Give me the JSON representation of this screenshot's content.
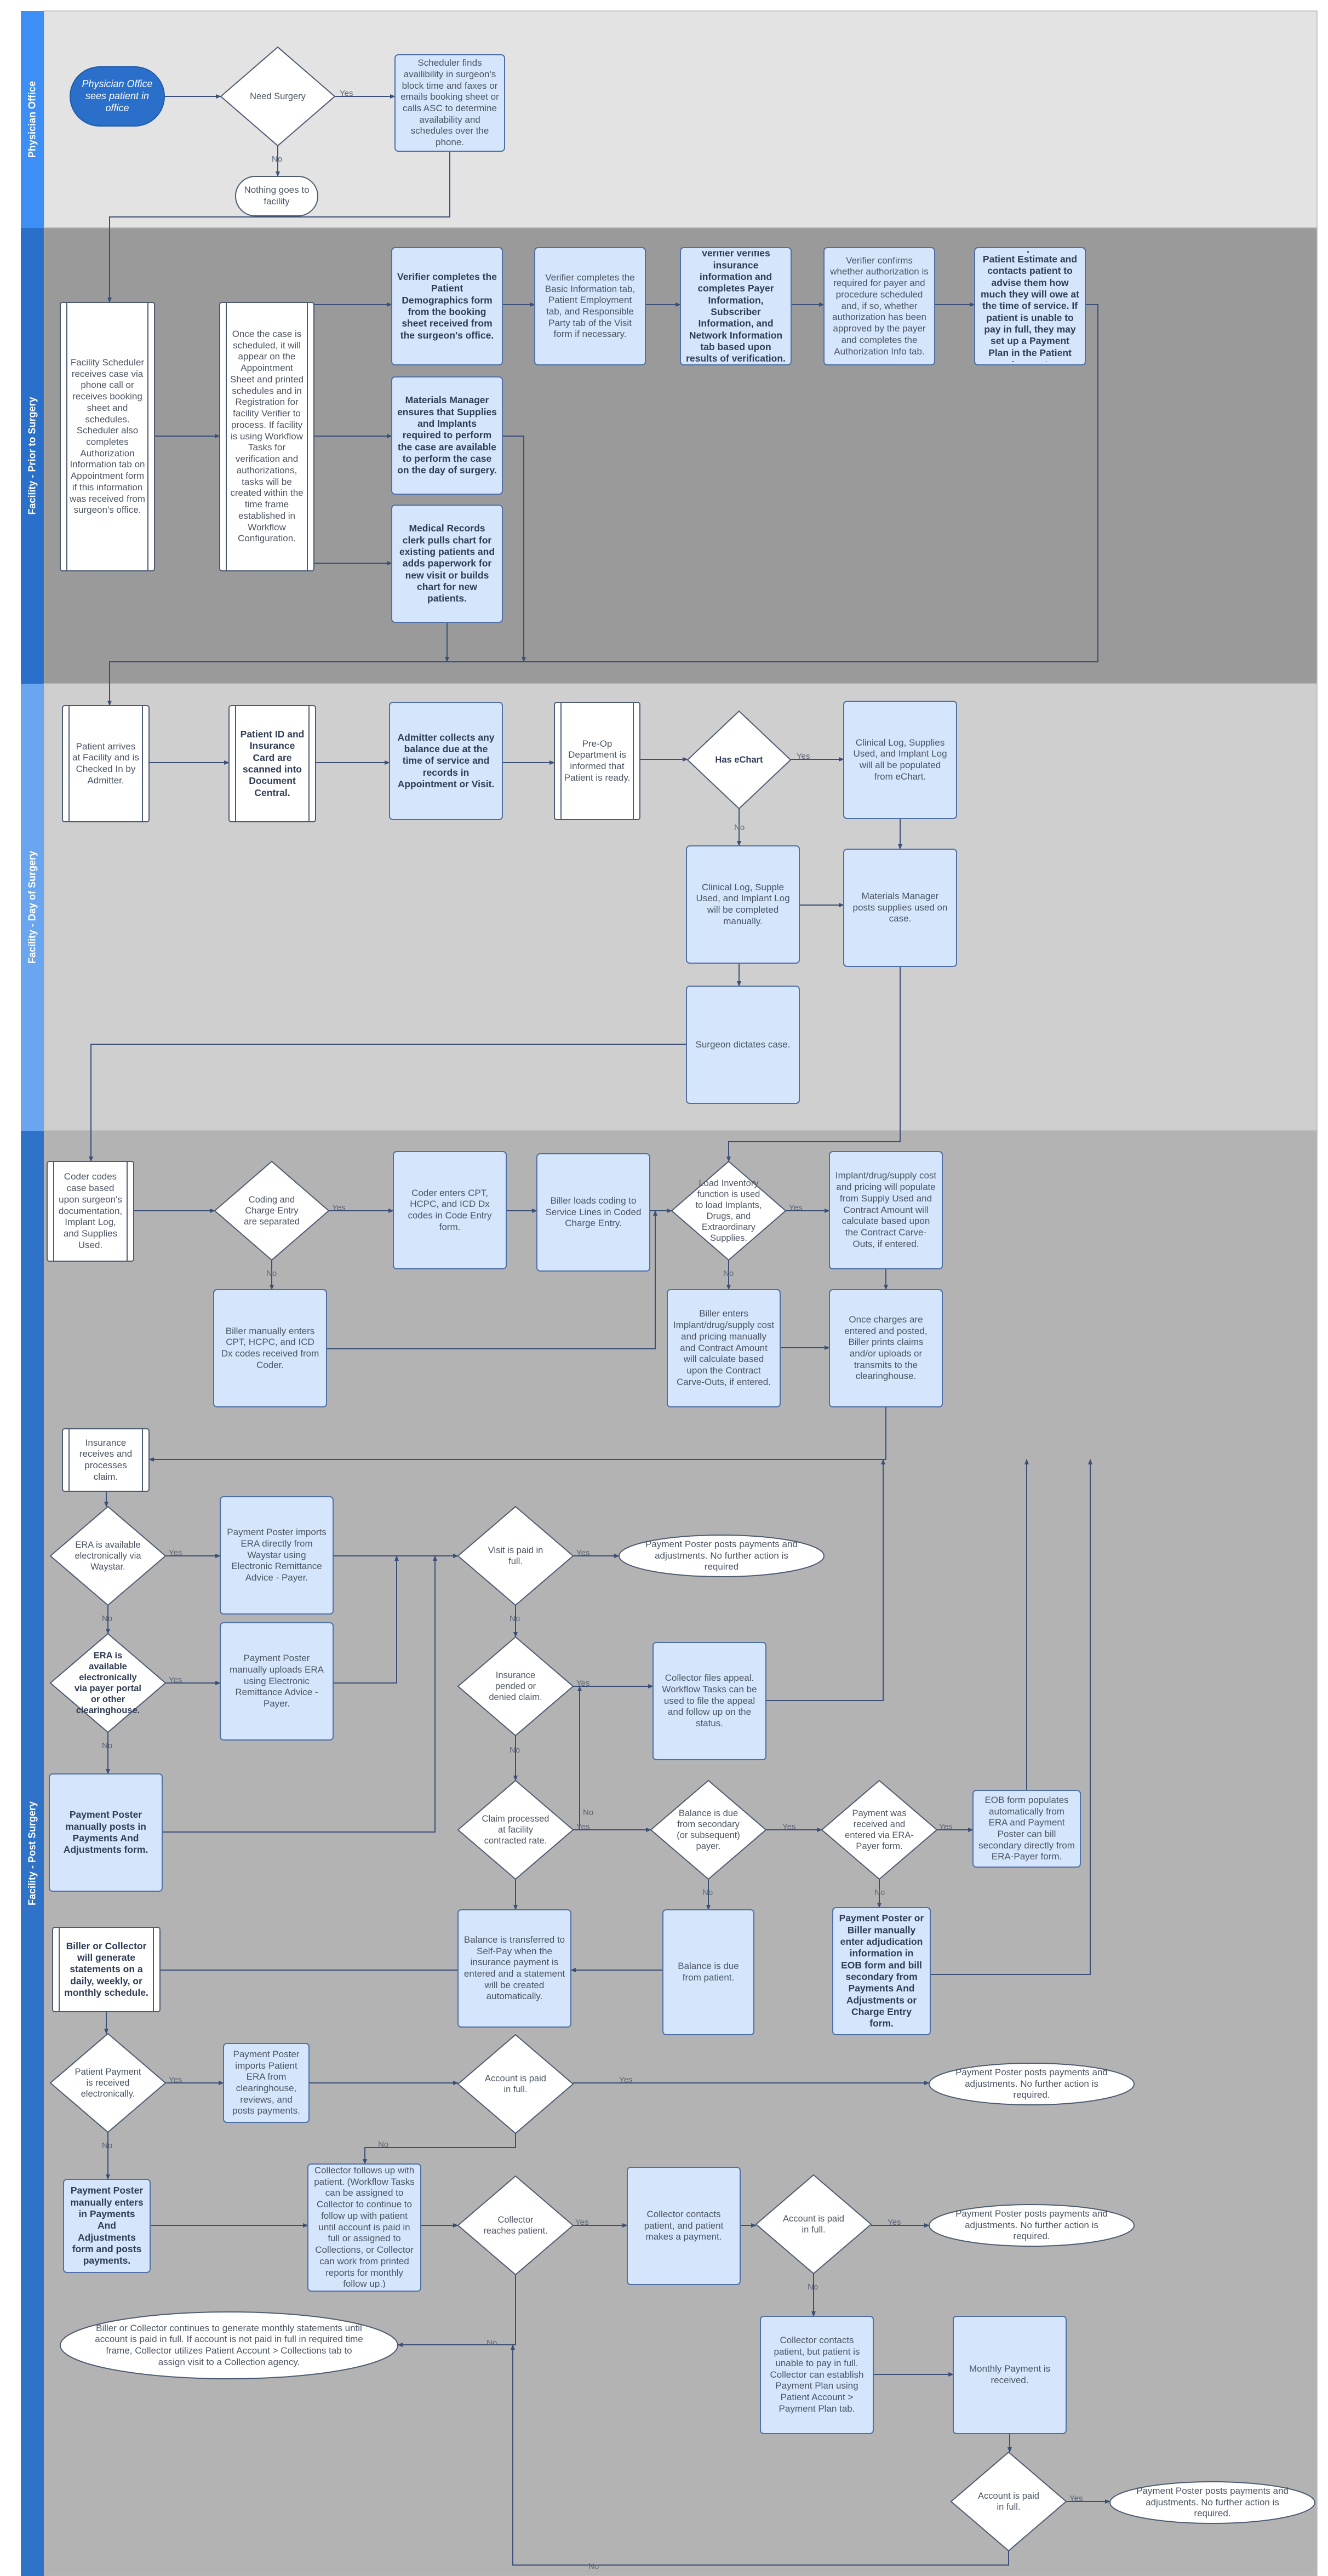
{
  "lanes": [
    {
      "id": "physician",
      "label": "Physician Office"
    },
    {
      "id": "prior",
      "label": "Facility - Prior to Surgery"
    },
    {
      "id": "day",
      "label": "Facility - Day of Surgery"
    },
    {
      "id": "post",
      "label": "Facility - Post Surgery"
    }
  ],
  "colors": {
    "node_fill": "#d5e5fb",
    "node_stroke": "#4f6fa6",
    "line": "#3b4f77",
    "accent": "#2a6fca",
    "lane_bar_physician": "#3d8ef5",
    "lane_bar_day": "#6aa6ef",
    "lane_bar_post": "#2f73c9"
  },
  "nodes": {
    "phys_start": "Physician Office sees patient in office",
    "phys_need": "Need Surgery",
    "phys_sched": "Scheduler finds availibility in surgeon's block time and faxes or emails booking sheet or calls ASC to determine availability and schedules over the phone.",
    "phys_nothing": "Nothing goes to facility",
    "pr_facsched": "Facility Scheduler receives case via phone call or receives booking sheet and schedules. Scheduler also completes Authorization Information tab on Appointment form if this information was received from surgeon's office.",
    "pr_once": "Once the case is scheduled, it will appear on the Appointment Sheet and printed schedules and in Registration for facility Verifier to process.  If facility is using Workflow Tasks for verification and authorizations, tasks will be created within the time frame established in Workflow Configuration.",
    "pr_verdemo": "Verifier completes the Patient Demographics form from the booking sheet received from the surgeon's office.",
    "pr_verbasic": "Verifier completes the Basic Information tab, Patient Employment tab, and Responsible Party tab of the Visit form if necessary.",
    "pr_verins": "Verifier verifies insurance information and completes Payer Information, Subscriber Information, and Network Information tab based upon results of verification.",
    "pr_verauth": "Verifier confirms whether authorization is required for payer and procedure scheduled and, if so, whether authorization has been approved by the payer and completes the Authorization Info tab.",
    "pr_verest": "Verifier performs Patient Estimate and contacts patient to advise them how much they will owe at the time of service.  If patient is unable to pay in full, they may set up a Payment Plan in the Patient Account.",
    "pr_mm": "Materials Manager ensures that Supplies and Implants required to perform the case are available to perform the case on the day of surgery.",
    "pr_med": "Medical Records clerk pulls chart for existing patients and adds paperwork for new visit or builds chart for new patients.",
    "d_arrive": "Patient arrives at Facility and is Checked In by Admitter.",
    "d_idcard": "Patient ID and Insurance Card are scanned into Document Central.",
    "d_admit": "Admitter collects any balance due at the time of service and records in Appointment or Visit.",
    "d_preop": "Pre-Op Department is informed that Patient is ready.",
    "d_echart": "Has eChart",
    "d_clinpop": "Clinical Log, Supplies Used, and Implant Log will all be populated from eChart.",
    "d_clinman": "Clinical Log, Supple Used, and Implant Log will be completed manually.",
    "d_mmpost": "Materials Manager posts supplies used on case.",
    "d_dict": "Surgeon dictates case.",
    "p_coder": "Coder codes case based upon surgeon's documentation, Implant Log, and Supplies Used.",
    "p_codesep": "Coding and Charge Entry are separated",
    "p_coderent": "Coder enters CPT, HCPC, and ICD Dx codes in Code Entry form.",
    "p_billload": "Biller loads coding to Service Lines in Coded Charge Entry.",
    "p_loadinv": "Load Inventory function is used to load Implants, Drugs, and Extraordinary Supplies.",
    "p_implcost": "Implant/drug/supply cost and pricing will populate from Supply Used and Contract Amount will calculate based upon the Contract Carve-Outs, if entered.",
    "p_billman": "Biller manually enters CPT, HCPC, and ICD Dx codes received from Coder.",
    "p_billent": "Biller enters Implant/drug/supply cost and pricing manually and Contract Amount will calculate based upon the Contract Carve-Outs, if entered.",
    "p_charges": "Once charges are entered and posted, Biller prints claims and/or uploads or transmits to the clearinghouse.",
    "p_insrec": "Insurance receives and processes claim.",
    "p_era1": "ERA is available electronically via Waystar.",
    "p_ppimp1": "Payment Poster imports ERA directly from Waystar using Electronic Remittance Advice - Payer.",
    "p_visitpaid": "Visit is paid in full.",
    "p_ppposts1": "Payment Poster posts payments and adjustments. No further action is required",
    "p_era2": "ERA is available electronically via payer portal or other clearinghouse.",
    "p_ppup": "Payment Poster manually uploads ERA using Electronic Remittance Advice - Payer.",
    "p_inspend": "Insurance pended or denied claim.",
    "p_collappeal": "Collector files appeal. Workflow Tasks can be used to file the appeal and follow up on the status.",
    "p_ppmanpost": "Payment Poster manually posts in Payments And Adjustments form.",
    "p_claimproc": "Claim processed at facility contracted rate.",
    "p_baldue2": "Balance is due from secondary (or subsequent) payer.",
    "p_payrec": "Payment was received and entered via ERA-Payer form.",
    "p_eob": "EOB form populates automatically from ERA and Payment Poster can bill secondary directly from ERA-Payer form.",
    "p_balself": "Balance is transferred to Self-Pay when the insurance payment is entered and a statement will be created automatically.",
    "p_balpat": "Balance is due from patient.",
    "p_ppbill": "Payment Poster or Biller manually enter adjudication information in EOB form and bill secondary from Payments And Adjustments or Charge Entry form.",
    "p_billcoll": "Biller or Collector will generate statements on a daily, weekly, or monthly schedule.",
    "p_patpay": "Patient Payment is received electronically.",
    "p_ppimp2": "Payment Poster imports Patient ERA from clearinghouse, reviews, and posts payments.",
    "p_acctpaid1": "Account is paid in full.",
    "p_ppposts2": "Payment Poster posts payments and adjustments. No further action is required.",
    "p_ppmanent": "Payment Poster manually enters in Payments And Adjustments form and posts payments.",
    "p_collfol": "Collector follows up with patient.  (Workflow Tasks can be assigned to Collector to continue to follow up with patient until account is paid in full or assigned to Collections, or Collector can work from printed reports for monthly follow up.)",
    "p_collreach": "Collector reaches patient.",
    "p_collcont": "Collector contacts patient, and patient makes a payment.",
    "p_acctpaid2": "Account is paid in full.",
    "p_ppposts3": "Payment Poster posts payments and adjustments. No further action is required.",
    "p_billcont": "Biller or Collector continues to generate monthly statements until account is paid in full.  If account is not paid in full in required time frame, Collector utilizes Patient Account > Collections tab to assign visit to a Collection agency.",
    "p_collplan": "Collector contacts patient, but patient is unable to pay in full. Collector can establish Payment Plan using Patient Account > Payment Plan tab.",
    "p_monthly": "Monthly Payment is received.",
    "p_acctpaid3": "Account is paid in full.",
    "p_ppposts4": "Payment Poster posts payments and adjustments. No further action is required."
  },
  "edge_labels": {
    "yes": "Yes",
    "no": "No"
  }
}
